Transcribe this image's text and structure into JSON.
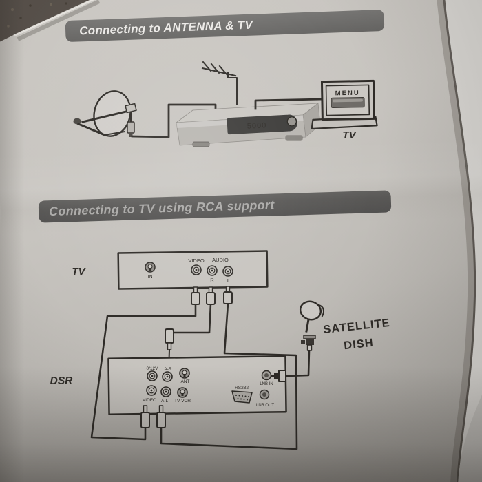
{
  "page": {
    "colors": {
      "paper": "#c8c5c0",
      "header1_bg": "#6c6b69",
      "header1_text": "#eceae7",
      "header2_bg": "#585756",
      "header2_text": "#aeadab",
      "diagram_line": "#2e2b27",
      "display_bg": "#3b3a38",
      "display_text": "#aaa7a2"
    },
    "section1": {
      "header": "Connecting to ANTENNA & TV",
      "receiver_display": "5000",
      "tv_screen_text": "MENU",
      "tv_label": "TV"
    },
    "section2": {
      "header": "Connecting to TV using RCA support",
      "tv_label": "TV",
      "dsr_label": "DSR",
      "dish_label_1": "SATELLITE",
      "dish_label_2": "DISH",
      "tv_panel": {
        "in_label": "IN",
        "video_label": "VIDEO",
        "audio_label": "AUDIO",
        "audio_r_label": "R",
        "audio_l_label": "L"
      },
      "dsr_panel": {
        "v012_label": "0/12V",
        "ar_label": "A-R",
        "ant_label": "ANT",
        "video_label": "VIDEO",
        "al_label": "A-L",
        "tvvcr_label": "TV-VCR",
        "rs232_label": "RS232",
        "lnb_in_label": "LNB IN",
        "lnb_out_label": "LNB OUT"
      }
    }
  }
}
